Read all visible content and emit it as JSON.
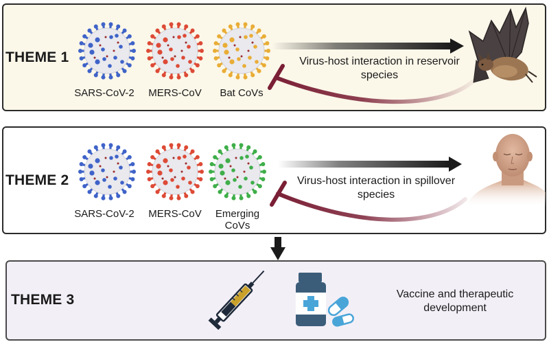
{
  "theme1": {
    "title": "THEME 1",
    "viruses": [
      {
        "label": "SARS-CoV-2",
        "color": "#3f63c8"
      },
      {
        "label": "MERS-CoV",
        "color": "#dd4a36"
      },
      {
        "label": "Bat CoVs",
        "color": "#e9ad36"
      }
    ],
    "caption_line1": "Virus-host interaction in reservoir",
    "caption_line2": "species",
    "host_icon": "bat-icon"
  },
  "theme2": {
    "title": "THEME 2",
    "viruses": [
      {
        "label": "SARS-CoV-2",
        "color": "#3f63c8"
      },
      {
        "label": "MERS-CoV",
        "color": "#dd4a36"
      },
      {
        "label_line1": "Emerging",
        "label_line2": "CoVs",
        "color": "#3fae4a"
      }
    ],
    "caption_line1": "Virus-host interaction in spillover",
    "caption_line2": "species",
    "host_icon": "human-icon"
  },
  "theme3": {
    "title": "THEME 3",
    "caption_line1": "Vaccine and therapeutic",
    "caption_line2": "development",
    "icons": [
      "syringe-icon",
      "medicine-bottle-icon",
      "pills-icon"
    ]
  },
  "colors": {
    "inhibit_arrow": "#7a1f35",
    "arrow": "#1a1a1a"
  }
}
